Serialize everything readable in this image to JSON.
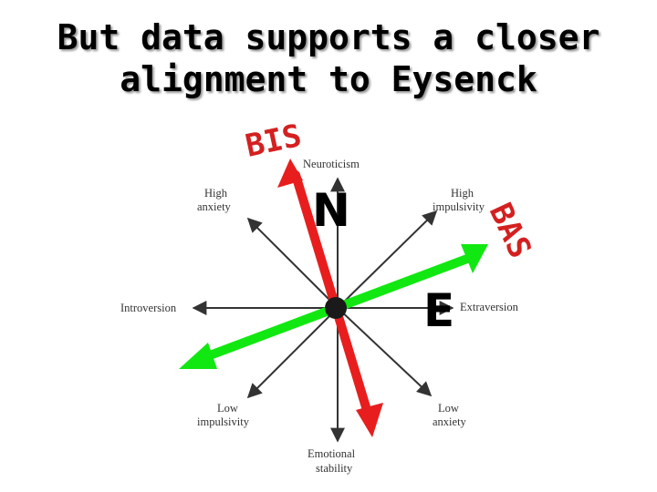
{
  "slide": {
    "title_line1": "But data supports a closer",
    "title_line2": "alignment to Eysenck"
  },
  "diagram": {
    "labels": {
      "neuroticism": "Neuroticism",
      "high_anxiety_1": "High",
      "high_anxiety_2": "anxiety",
      "high_impulsivity_1": "High",
      "high_impulsivity_2": "impulsivity",
      "introversion": "Introversion",
      "extraversion": "Extraversion",
      "low_impulsivity_1": "Low",
      "low_impulsivity_2": "impulsivity",
      "low_anxiety_1": "Low",
      "low_anxiety_2": "anxiety",
      "emotional_stability_1": "Emotional",
      "emotional_stability_2": "stability"
    },
    "overlays": {
      "n": "N",
      "e": "E",
      "bis": "BIS",
      "bas": "BAS"
    },
    "colors": {
      "red_arrow": "#e81e1e",
      "green_arrow": "#11e811",
      "axis": "#333333",
      "overlay_text": "#d42020"
    }
  }
}
